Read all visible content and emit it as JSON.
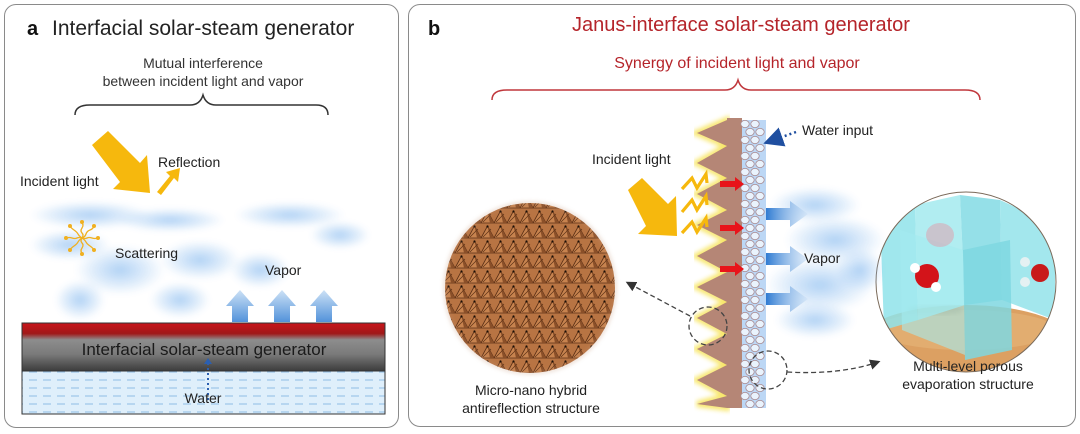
{
  "panel_a": {
    "letter": "a",
    "title": "Interfacial solar-steam generator",
    "subtitle_line1": "Mutual interference",
    "subtitle_line2": "between incident light and vapor",
    "labels": {
      "incident_light": "Incident light",
      "reflection": "Reflection",
      "scattering": "Scattering",
      "vapor": "Vapor",
      "generator": "Interfacial solar-steam generator",
      "water": "Water"
    }
  },
  "panel_b": {
    "letter": "b",
    "title": "Janus-interface solar-steam generator",
    "subtitle": "Synergy of incident light and vapor",
    "labels": {
      "water_input": "Water input",
      "incident_light": "Incident light",
      "vapor": "Vapor",
      "left_inset_line1": "Micro-nano hybrid",
      "left_inset_line2": "antireflection structure",
      "right_inset_line1": "Multi-level porous",
      "right_inset_line2": "evaporation structure"
    }
  },
  "colors": {
    "title_red": "#b5242a",
    "light_yellow": "#f6b80d",
    "vapor_blue": "#7fb3e8",
    "heat_red": "#e8141a",
    "janus_brown": "#b58676",
    "generator_gray": "#5a5a5a",
    "generator_red_top": "#c8141a",
    "water_blue": "#dceefa",
    "inset_brown": "#b3703f",
    "inset_cyan": "#8fe3ea",
    "inset_sand": "#dca062"
  }
}
